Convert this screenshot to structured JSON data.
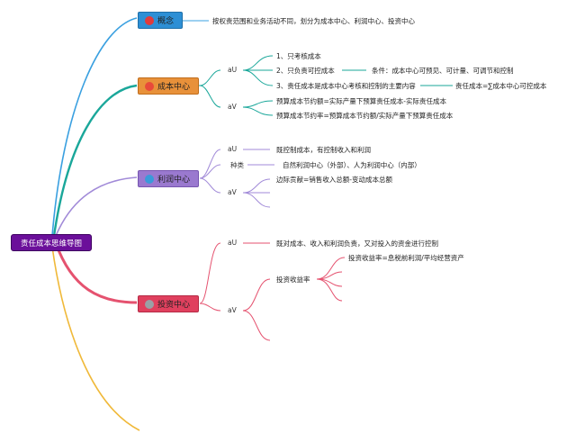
{
  "colors": {
    "concept": "#2d8fd5",
    "cost": "#e8913a",
    "profit": "#9a79cf",
    "invest": "#e0405e",
    "root": "#6b0f9a",
    "line_blue": "#3aa0e0",
    "line_teal": "#1aa79a",
    "line_purple": "#a18ad8",
    "line_pink": "#e5526f",
    "line_yellow": "#f0b93a"
  },
  "root": {
    "label": "责任成本思维导图"
  },
  "concept": {
    "label": "概念",
    "icon": "circle-icon",
    "desc": "按权责范围和业务活动不同，划分为成本中心、利润中心、投资中心"
  },
  "cost": {
    "label": "成本中心",
    "icon": "circle-icon",
    "au": "aU",
    "av": "aV",
    "items": [
      "1、只考核成本",
      "2、只负责可控成本",
      "3、责任成本是成本中心考核和控制的主要内容"
    ],
    "cond": "条件：成本中心可预见、可计量、可调节和控制",
    "formula": "责任成本=∑成本中心可控成本",
    "av_items": [
      "预算成本节约额=实际产量下预算责任成本-实际责任成本",
      "预算成本节约率=预算成本节约额/实际产量下预算责任成本"
    ]
  },
  "profit": {
    "label": "利润中心",
    "icon": "circle-icon",
    "au": "aU",
    "au_text": "既控制成本，有控制收入和利润",
    "kind_label": "种类",
    "kind_text": "自然利润中心（外部）、人为利润中心（内部）",
    "av": "aV",
    "av_text": "边际贡献=销售收入总额-变动成本总额"
  },
  "invest": {
    "label": "投资中心",
    "icon": "circle-icon",
    "au": "aU",
    "au_text": "既对成本、收入和利润负责，又对投入的资金进行控制",
    "av": "aV",
    "roi": "投资收益率",
    "roi_text": "投资收益率=息税前利润/平均经营资产"
  }
}
